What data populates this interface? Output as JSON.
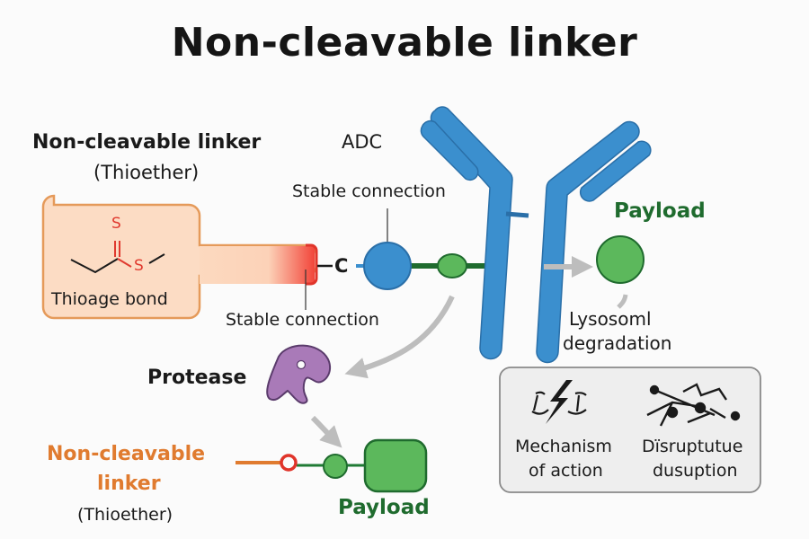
{
  "title": "Non-cleavable linker",
  "left_panel": {
    "heading": "Non-cleavable linker",
    "subheading": "(Thioether)",
    "molecule": {
      "atom_top": "S",
      "atom_bottom": "S",
      "caption": "Thioage bond"
    }
  },
  "adc": {
    "label": "ADC",
    "stable_connection_top": "Stable connection",
    "stable_connection_bottom": "Stable connection",
    "carbon_label": "C"
  },
  "payload_right": {
    "label": "Payload",
    "degradation_line1": "Lysosoml",
    "degradation_line2": "degradation"
  },
  "protease": {
    "label": "Protease"
  },
  "bottom_linker": {
    "line1": "Non-cleavable",
    "line2": "linker",
    "line3": "(Thioether)",
    "payload_label": "Payload"
  },
  "legend_box": {
    "items": [
      {
        "icon": "lightning-scissors-icon",
        "line1": "Mechanism",
        "line2": "of action"
      },
      {
        "icon": "disrupted-network-icon",
        "line1": "Dïsruptutue",
        "line2": "dusuption"
      }
    ]
  },
  "colors": {
    "antibody_blue": "#3b8fce",
    "payload_green": "#5cb85c",
    "dark_green": "#1f6b2e",
    "linker_orange": "#e07b2f",
    "sulfur_red": "#e03a2f",
    "protease_purple": "#a97ab8",
    "arrow_gray": "#bdbdbd"
  }
}
